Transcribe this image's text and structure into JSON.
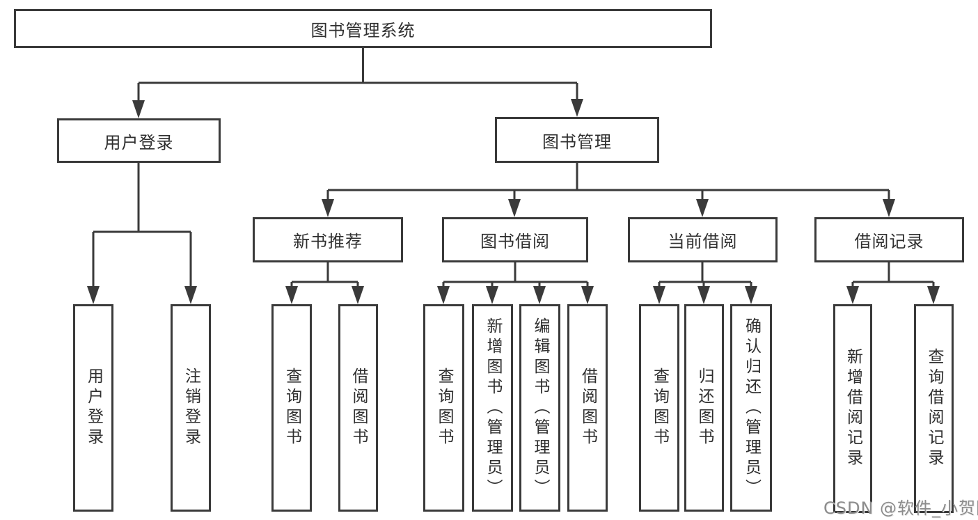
{
  "diagram": {
    "root": {
      "label": "图书管理系统"
    },
    "level2": [
      {
        "id": "user-login",
        "label": "用户登录"
      },
      {
        "id": "book-management",
        "label": "图书管理"
      }
    ],
    "level3": [
      {
        "id": "new-book-recommendation",
        "label": "新书推荐"
      },
      {
        "id": "book-borrowing",
        "label": "图书借阅"
      },
      {
        "id": "current-borrowing",
        "label": "当前借阅"
      },
      {
        "id": "borrowing-records",
        "label": "借阅记录"
      }
    ],
    "leaves": [
      {
        "group": "user-login",
        "label": "用户登录"
      },
      {
        "group": "user-login",
        "label": "注销登录"
      },
      {
        "group": "new-book-recommendation",
        "label": "查询图书"
      },
      {
        "group": "new-book-recommendation",
        "label": "借阅图书"
      },
      {
        "group": "book-borrowing",
        "label": "查询图书"
      },
      {
        "group": "book-borrowing",
        "label": "新增图书（管理员）"
      },
      {
        "group": "book-borrowing",
        "label": "编辑图书（管理员）"
      },
      {
        "group": "book-borrowing",
        "label": "借阅图书"
      },
      {
        "group": "current-borrowing",
        "label": "查询图书"
      },
      {
        "group": "current-borrowing",
        "label": "归还图书"
      },
      {
        "group": "current-borrowing",
        "label": "确认归还（管理员）"
      },
      {
        "group": "borrowing-records",
        "label": "新增借阅记录"
      },
      {
        "group": "borrowing-records",
        "label": "查询借阅记录"
      }
    ],
    "colors": {
      "line": "#3a3a3a",
      "text": "#2f2f2f",
      "background": "#ffffff",
      "watermark": "#8c8c8c"
    }
  },
  "watermark": {
    "text": "CSDN @软件_小贺同学"
  }
}
